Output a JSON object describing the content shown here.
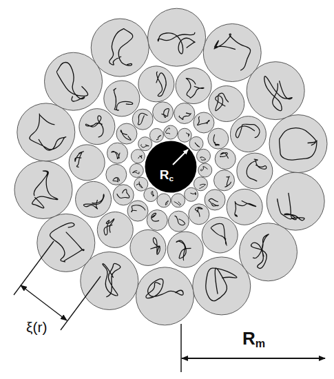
{
  "diagram": {
    "nodes": [
      {
        "text": [
          "Rc"
        ]
      }
    ],
    "labels": [
      "ξ(r)",
      "Rm"
    ]
  }
}
